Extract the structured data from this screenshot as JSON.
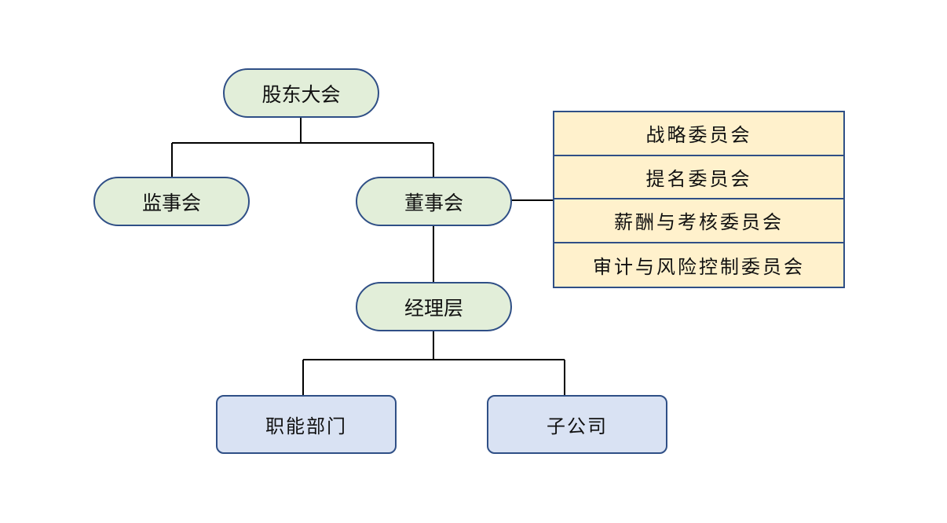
{
  "nodes": {
    "shareholders_meeting": "股东大会",
    "supervisory_board": "监事会",
    "board_of_directors": "董事会",
    "management": "经理层",
    "functional_departments": "职能部门",
    "subsidiaries": "子公司"
  },
  "committees": [
    {
      "label": "战略委员会"
    },
    {
      "label": "提名委员会"
    },
    {
      "label": "薪酬与考核委员会"
    },
    {
      "label": "审计与风险控制委员会"
    }
  ],
  "colors": {
    "border": "#2f4f86",
    "governance_fill": "#e2eed9",
    "operations_fill": "#d9e2f3",
    "committee_fill": "#fff1cc",
    "connector": "#000000"
  }
}
